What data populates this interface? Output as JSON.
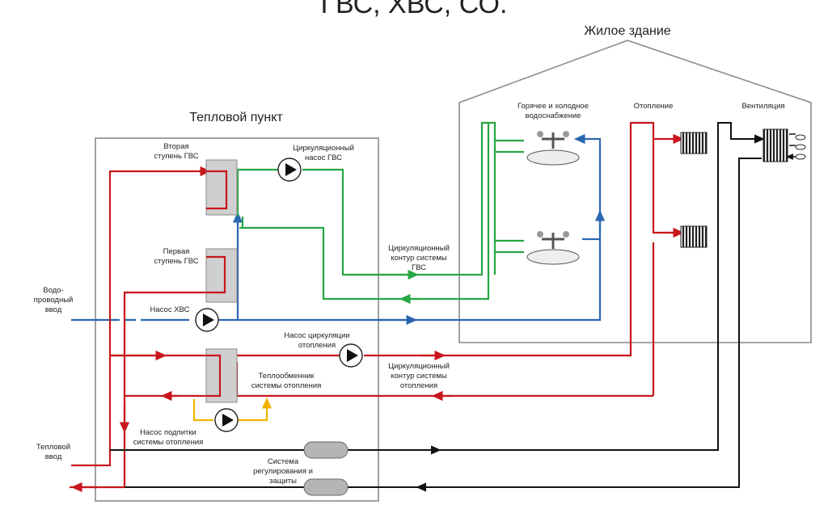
{
  "header": {
    "title": "ГВС, ХВС, СО."
  },
  "building": {
    "label": "Жилое здание",
    "sections": {
      "water": [
        "Горячее и холодное",
        "водоснабжение"
      ],
      "heating": "Отопление",
      "ventilation": "Вентиляция"
    }
  },
  "substation": {
    "label": "Тепловой пункт",
    "dhw_stage2": [
      "Вторая",
      "ступень ГВС"
    ],
    "dhw_stage1": [
      "Первая",
      "ступень ГВС"
    ],
    "dhw_circ_pump": [
      "Циркуляционный",
      "насос ГВС"
    ],
    "cold_pump": "Насос ХВС",
    "heat_circ_pump": [
      "Насос циркуляции",
      "отопления"
    ],
    "heat_exchanger": [
      "Теплообменник",
      "системы отопления"
    ],
    "makeup_pump": [
      "Насос подпитки",
      "системы отопления"
    ],
    "control": [
      "Система",
      "регулирования и",
      "защиты"
    ]
  },
  "inputs": {
    "water_main": [
      "Водо-",
      "проводный",
      "ввод"
    ],
    "heat_main": [
      "Тепловой",
      "ввод"
    ]
  },
  "loops": {
    "dhw_loop": [
      "Циркуляционный",
      "контур системы",
      "ГВС"
    ],
    "heating_loop": [
      "Циркуляционный",
      "контур системы",
      "отопления"
    ]
  },
  "colors": {
    "hot": "#c8161d",
    "dhw": "#27a644",
    "cold": "#2a66b0",
    "makeup": "#f0b400",
    "control": "#111111"
  }
}
